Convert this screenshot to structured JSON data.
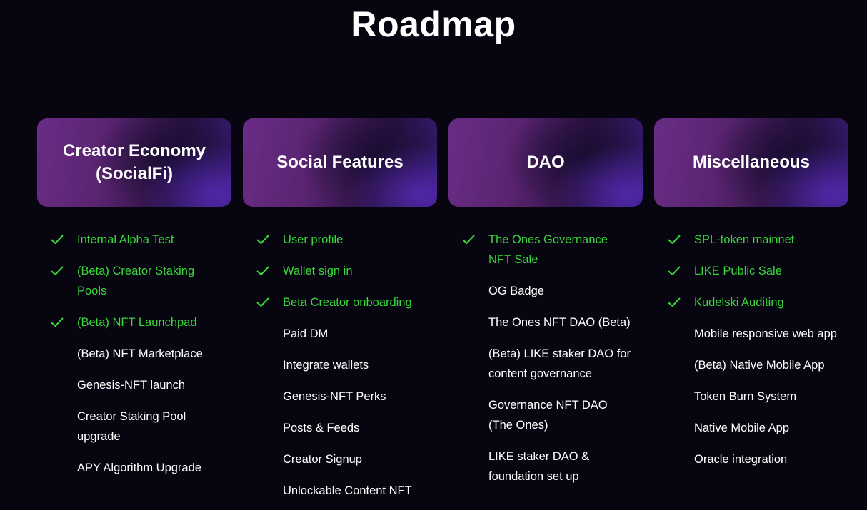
{
  "title": "Roadmap",
  "colors": {
    "background": "#07050f",
    "done_text": "#3ad63a",
    "pending_text": "#ffffff",
    "check": "#3ad63a"
  },
  "columns": [
    {
      "title": "Creator Economy (SocialFi)",
      "items": [
        {
          "label": "Internal Alpha Test",
          "done": true
        },
        {
          "label": "(Beta) Creator Staking Pools",
          "done": true
        },
        {
          "label": "(Beta) NFT Launchpad",
          "done": true
        },
        {
          "label": "(Beta) NFT Marketplace",
          "done": false
        },
        {
          "label": "Genesis-NFT launch",
          "done": false
        },
        {
          "label": "Creator Staking Pool upgrade",
          "done": false
        },
        {
          "label": "APY Algorithm Upgrade",
          "done": false
        }
      ]
    },
    {
      "title": "Social Features",
      "items": [
        {
          "label": "User profile",
          "done": true
        },
        {
          "label": "Wallet sign in",
          "done": true
        },
        {
          "label": "Beta Creator onboarding",
          "done": true
        },
        {
          "label": "Paid DM",
          "done": false
        },
        {
          "label": "Integrate wallets",
          "done": false
        },
        {
          "label": "Genesis-NFT Perks",
          "done": false
        },
        {
          "label": "Posts & Feeds",
          "done": false
        },
        {
          "label": "Creator Signup",
          "done": false
        },
        {
          "label": "Unlockable Content NFT",
          "done": false
        }
      ]
    },
    {
      "title": "DAO",
      "items": [
        {
          "label": "The Ones Governance NFT Sale",
          "done": true
        },
        {
          "label": "OG Badge",
          "done": false
        },
        {
          "label": "The Ones NFT DAO (Beta)",
          "done": false
        },
        {
          "label": "(Beta) LIKE staker DAO for content governance",
          "done": false
        },
        {
          "label": "Governance NFT DAO (The Ones)",
          "done": false
        },
        {
          "label": "LIKE staker DAO & foundation set up",
          "done": false
        }
      ]
    },
    {
      "title": "Miscellaneous",
      "items": [
        {
          "label": "SPL-token mainnet",
          "done": true
        },
        {
          "label": "LIKE Public Sale",
          "done": true
        },
        {
          "label": "Kudelski Auditing",
          "done": true
        },
        {
          "label": "Mobile responsive web app",
          "done": false
        },
        {
          "label": "(Beta) Native Mobile App",
          "done": false
        },
        {
          "label": "Token Burn System",
          "done": false
        },
        {
          "label": "Native Mobile App",
          "done": false
        },
        {
          "label": "Oracle integration",
          "done": false
        }
      ]
    }
  ]
}
